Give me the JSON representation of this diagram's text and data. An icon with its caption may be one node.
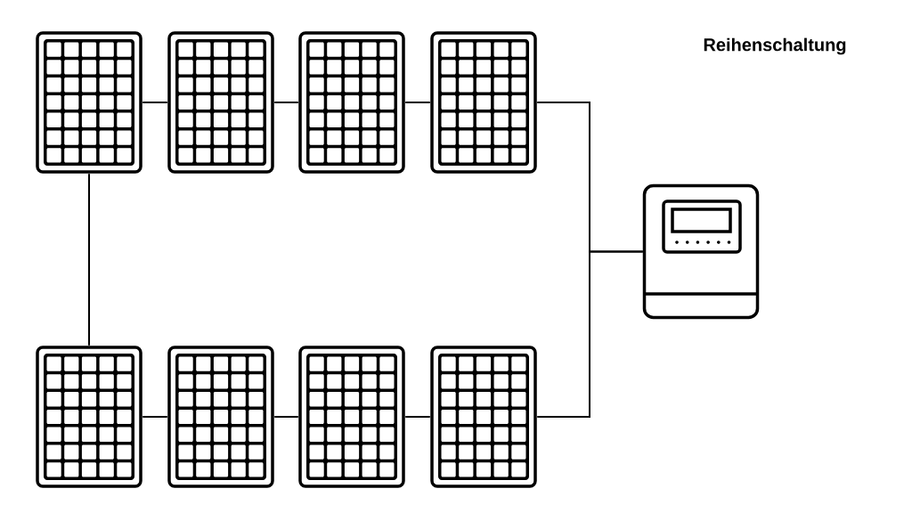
{
  "diagram": {
    "title": "Reihenschaltung",
    "nodes": [
      {
        "text": [],
        "shape": "picture"
      },
      {
        "text": [],
        "shape": "picture"
      },
      {
        "text": [],
        "shape": "picture"
      },
      {
        "text": [],
        "shape": "picture"
      },
      {
        "text": [],
        "shape": "picture"
      },
      {
        "text": [],
        "shape": "picture"
      },
      {
        "text": [],
        "shape": "picture"
      },
      {
        "text": [],
        "shape": "picture"
      },
      {
        "text": [],
        "shape": "box"
      }
    ],
    "edges": [
      {
        "from": 0,
        "to": 1,
        "arrow": "none"
      },
      {
        "from": 1,
        "to": 2,
        "arrow": "none"
      },
      {
        "from": 2,
        "to": 3,
        "arrow": "none"
      },
      {
        "from": 0,
        "to": 4,
        "arrow": "none"
      },
      {
        "from": 4,
        "to": 5,
        "arrow": "none"
      },
      {
        "from": 5,
        "to": 6,
        "arrow": "none"
      },
      {
        "from": 6,
        "to": 7,
        "arrow": "none"
      },
      {
        "from": 3,
        "to": 8,
        "arrow": "none"
      },
      {
        "from": 7,
        "to": 8,
        "arrow": "none"
      }
    ]
  }
}
